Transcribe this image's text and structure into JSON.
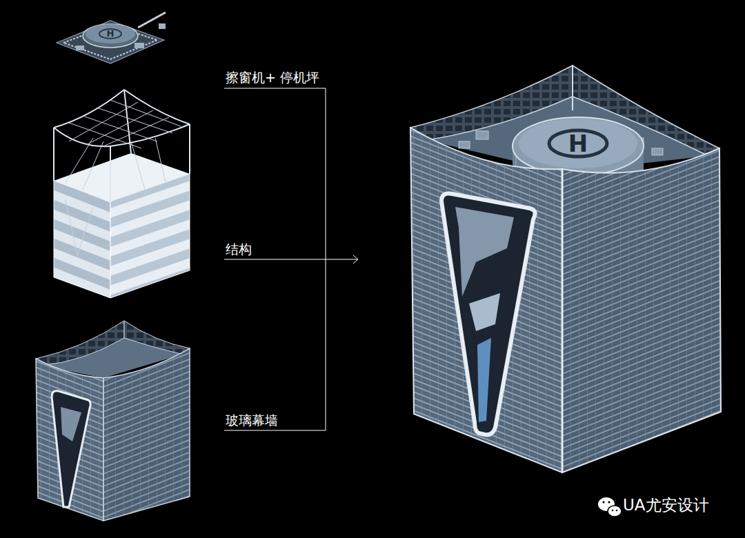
{
  "diagram": {
    "labels": [
      "H",
      "擦窗机+ 停机坪",
      "结构",
      "玻璃幕墙",
      "H",
      "UA尤安设计"
    ]
  }
}
